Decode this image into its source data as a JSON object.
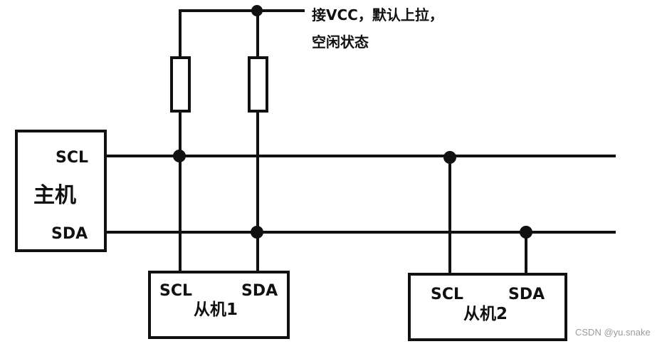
{
  "note": {
    "line1": "接VCC，默认上拉，",
    "line2": "空闲状态"
  },
  "master": {
    "name": "主机",
    "scl": "SCL",
    "sda": "SDA"
  },
  "slave1": {
    "name": "从机1",
    "scl": "SCL",
    "sda": "SDA"
  },
  "slave2": {
    "name": "从机2",
    "scl": "SCL",
    "sda": "SDA"
  },
  "watermark": "CSDN @yu.snake"
}
